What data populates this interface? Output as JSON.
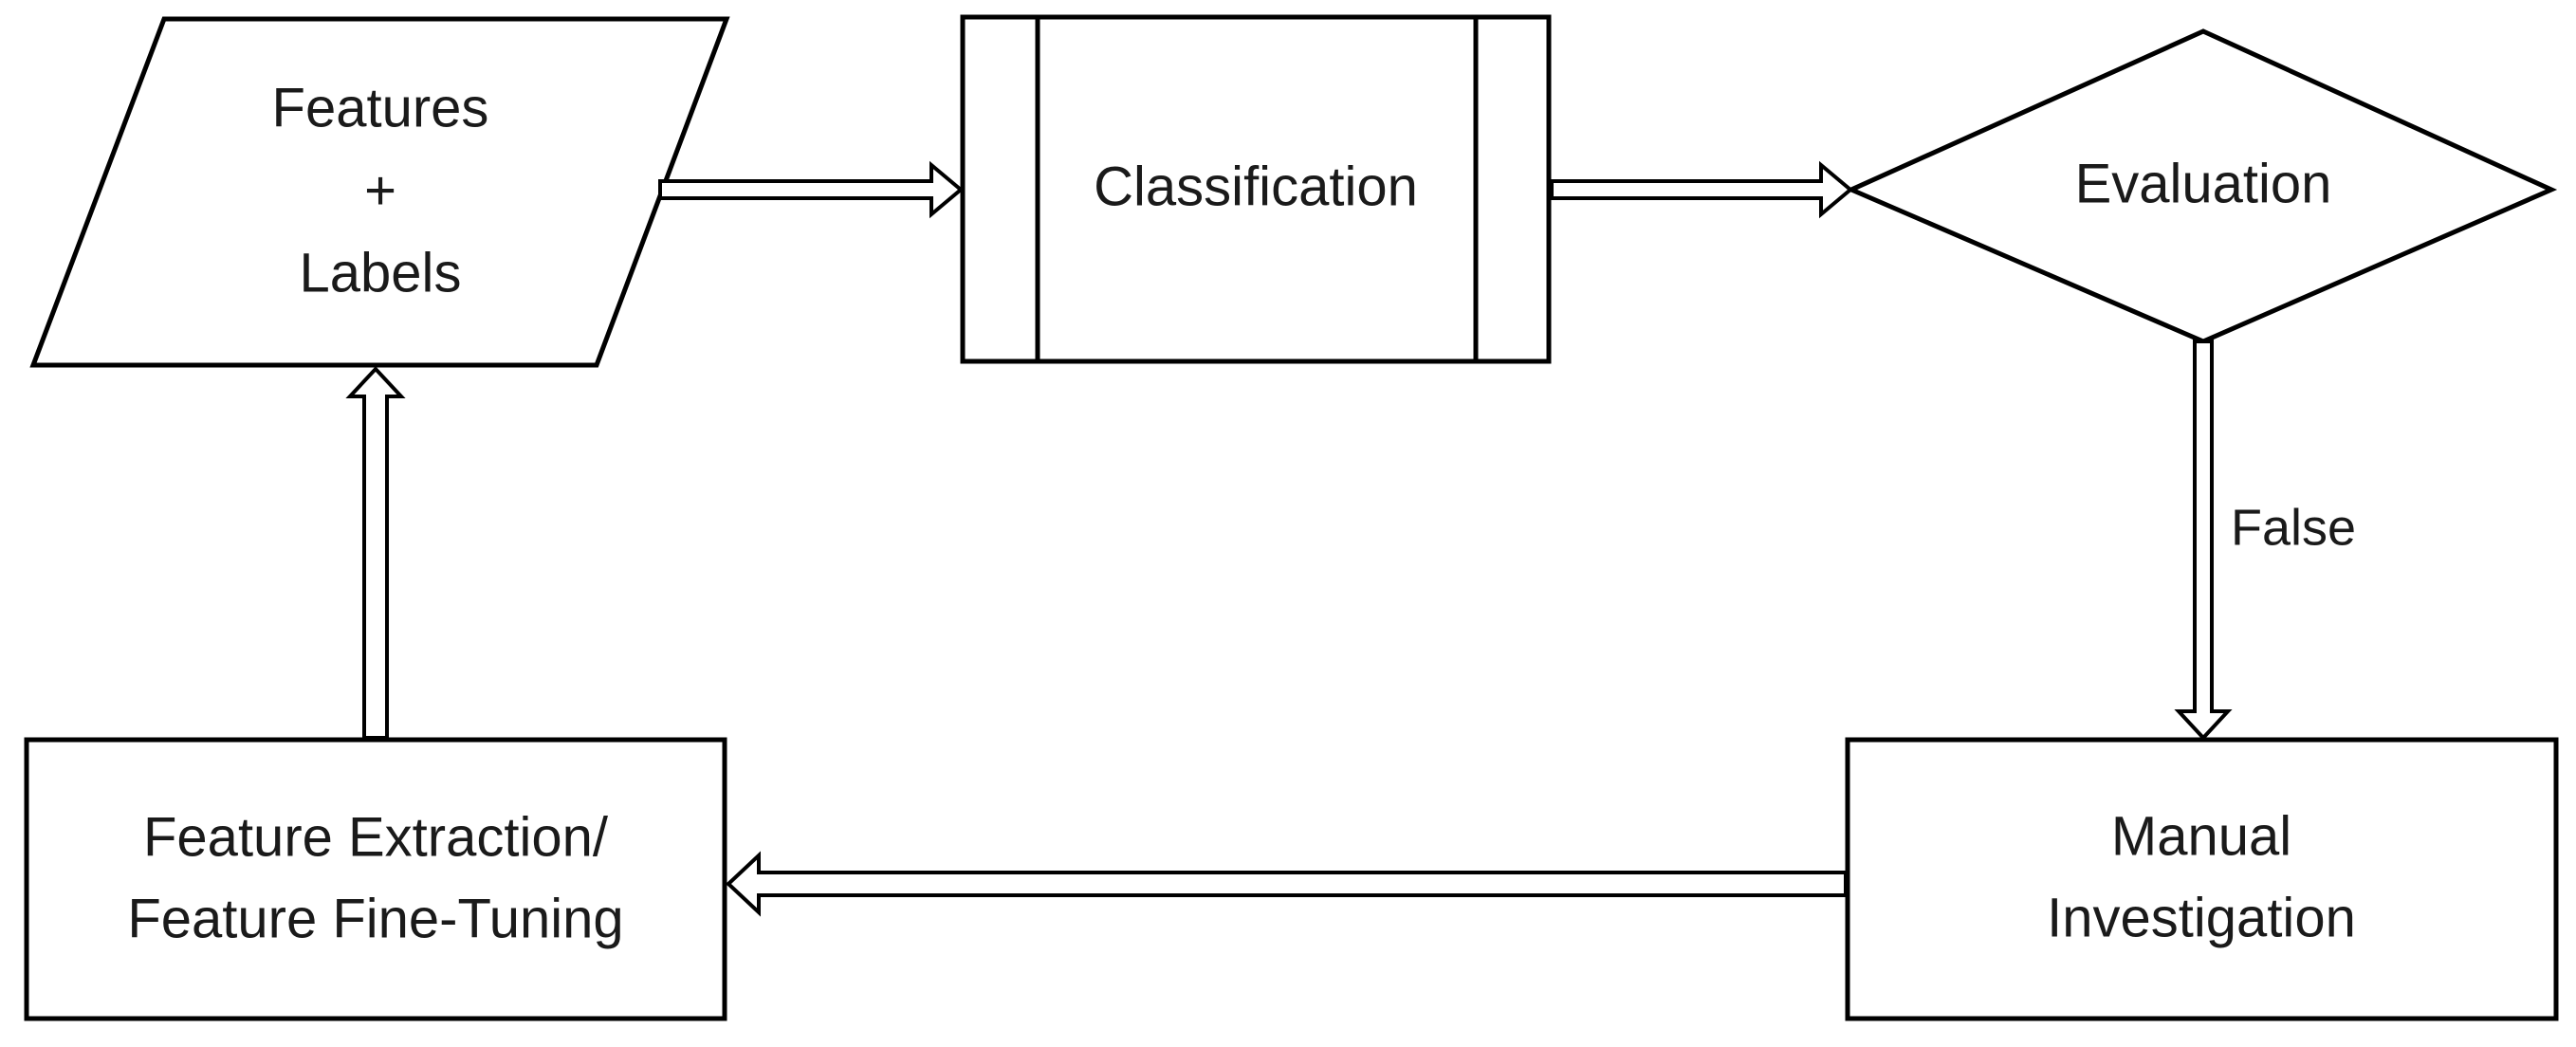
{
  "diagram": {
    "nodes": {
      "features_labels": {
        "shape": "parallelogram",
        "lines": [
          "Features",
          "+",
          "Labels"
        ]
      },
      "classification": {
        "shape": "predefined-process",
        "lines": [
          "Classification"
        ]
      },
      "evaluation": {
        "shape": "diamond",
        "lines": [
          "Evaluation"
        ]
      },
      "manual_investigation": {
        "shape": "rectangle",
        "lines": [
          "Manual",
          "Investigation"
        ]
      },
      "feature_extraction": {
        "shape": "rectangle",
        "lines": [
          "Feature Extraction/",
          "Feature Fine-Tuning"
        ]
      }
    },
    "edges": [
      {
        "from": "features_labels",
        "to": "classification",
        "label": ""
      },
      {
        "from": "classification",
        "to": "evaluation",
        "label": ""
      },
      {
        "from": "evaluation",
        "to": "manual_investigation",
        "label": "False"
      },
      {
        "from": "manual_investigation",
        "to": "feature_extraction",
        "label": ""
      },
      {
        "from": "feature_extraction",
        "to": "features_labels",
        "label": ""
      }
    ],
    "colors": {
      "stroke": "#000000",
      "fill": "#ffffff",
      "text": "#1a1a1a"
    }
  }
}
